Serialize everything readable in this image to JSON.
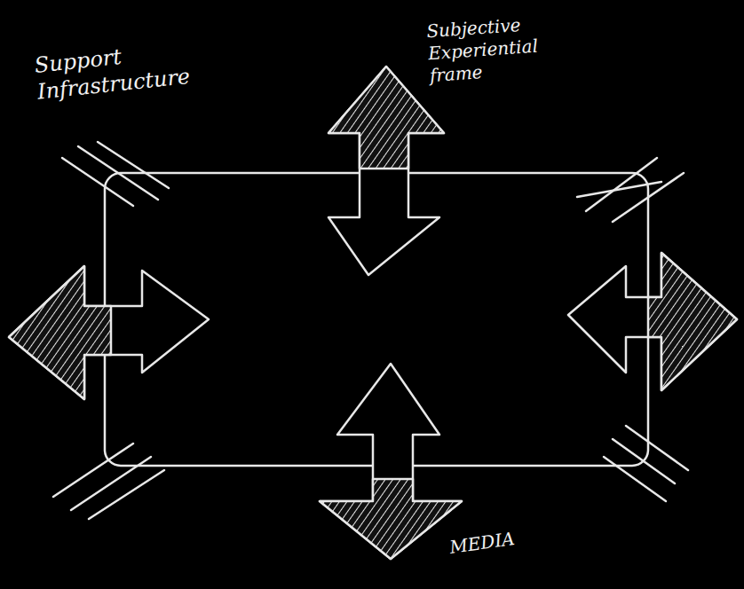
{
  "diagram": {
    "labels": [
      "Support Infrastructure",
      "Subjective Experiential frame",
      "MEDIA"
    ]
  }
}
